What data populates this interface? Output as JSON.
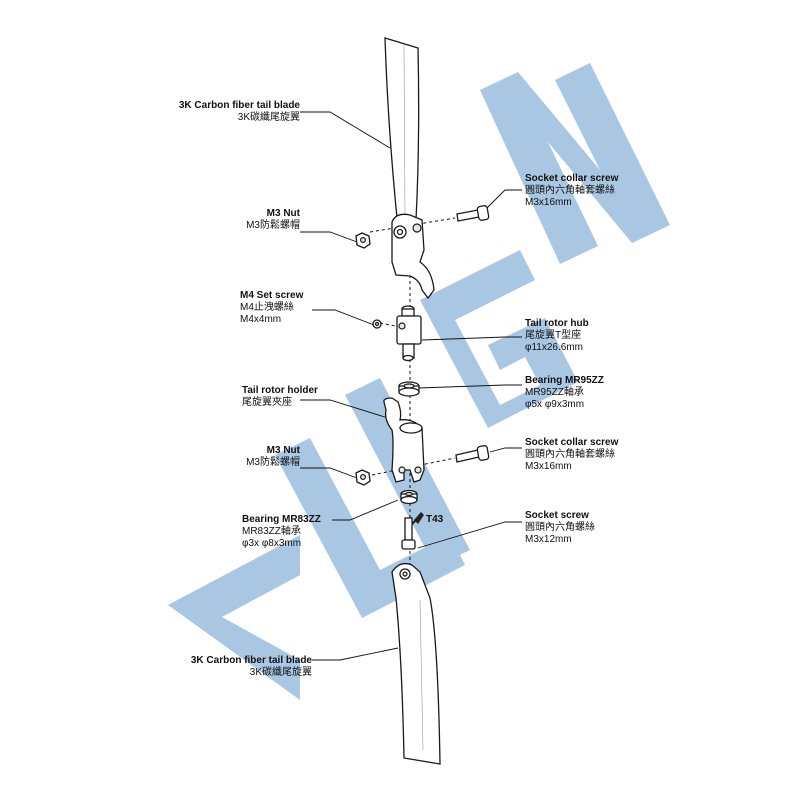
{
  "watermark": {
    "text": "ALIGN",
    "color": "#a9c7e3"
  },
  "labels": {
    "tail_blade_top": {
      "en": "3K Carbon fiber tail blade",
      "zh": "3K碳纖尾旋翼"
    },
    "socket_collar_screw_top": {
      "en": "Socket collar screw",
      "zh": "圓頭內六角軸套螺絲",
      "size": "M3x16mm"
    },
    "m3_nut_top": {
      "en": "M3 Nut",
      "zh": "M3防鬆螺帽"
    },
    "m4_set_screw": {
      "en": "M4 Set screw",
      "zh": "M4止洩螺絲",
      "size": "M4x4mm"
    },
    "tail_rotor_hub": {
      "en": "Tail rotor hub",
      "zh": "尾旋翼T型座",
      "size": "φ11x26.6mm"
    },
    "bearing_mr95zz": {
      "en": "Bearing MR95ZZ",
      "zh": "MR95ZZ軸承",
      "size": "φ5x φ9x3mm"
    },
    "tail_rotor_holder": {
      "en": "Tail rotor holder",
      "zh": "尾旋翼夾座"
    },
    "socket_collar_screw_bottom": {
      "en": "Socket collar screw",
      "zh": "圓頭內六角軸套螺絲",
      "size": "M3x16mm"
    },
    "m3_nut_bottom": {
      "en": "M3 Nut",
      "zh": "M3防鬆螺帽"
    },
    "bearing_mr83zz": {
      "en": "Bearing MR83ZZ",
      "zh": "MR83ZZ軸承",
      "size": "φ3x φ8x3mm"
    },
    "t43": {
      "text": "T43"
    },
    "socket_screw": {
      "en": "Socket screw",
      "zh": "圓頭內六角螺絲",
      "size": "M3x12mm"
    },
    "tail_blade_bottom": {
      "en": "3K Carbon fiber tail blade",
      "zh": "3K碳纖尾旋翼"
    }
  }
}
